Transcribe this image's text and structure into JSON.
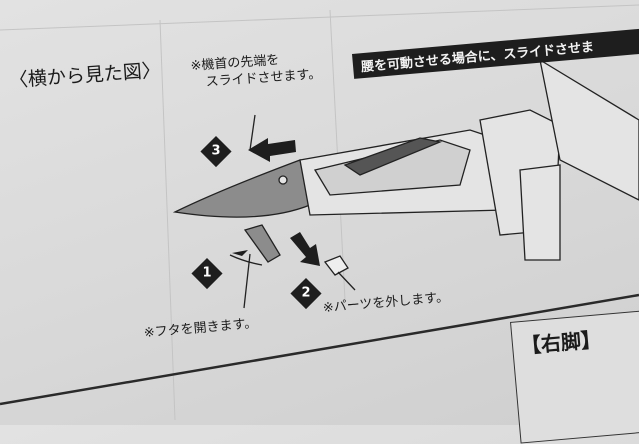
{
  "section_title": "〈横から見た図〉",
  "callout_nose": [
    "※機首の先端を",
    "スライドさせます。"
  ],
  "banner": "腰を可動させる場合に、スライドさせま",
  "steps": [
    {
      "number": "1",
      "note": "※フタを開きます。"
    },
    {
      "number": "2",
      "note": "※パーツを外します。"
    },
    {
      "number": "3"
    }
  ],
  "right_leg_title": "【右脚】"
}
